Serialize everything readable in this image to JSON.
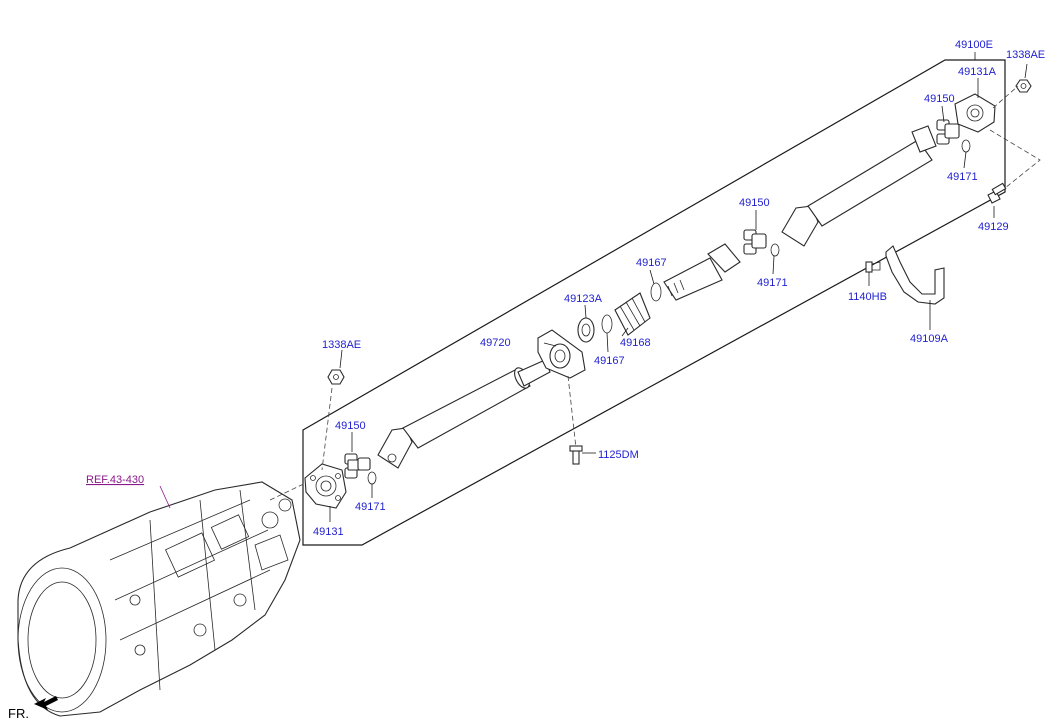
{
  "colors": {
    "label": "#1f1fd1",
    "reference": "#8a1a8a",
    "line": "#1a1a1a"
  },
  "direction_label": "FR.",
  "reference": {
    "text": "REF.43-430"
  },
  "labels": {
    "p49100E": "49100E",
    "p1338AE_top": "1338AE",
    "p49131A": "49131A",
    "p49150_top": "49150",
    "p49171_top": "49171",
    "p49129": "49129",
    "p49150_mid": "49150",
    "p49171_mid": "49171",
    "p49167_top": "49167",
    "p1140HB": "1140HB",
    "p49109A": "49109A",
    "p49123A": "49123A",
    "p49168": "49168",
    "p49167_bot": "49167",
    "p49720": "49720",
    "p1338AE_left": "1338AE",
    "p1125DM": "1125DM",
    "p49150_left": "49150",
    "p49171_left": "49171",
    "p49131": "49131"
  }
}
